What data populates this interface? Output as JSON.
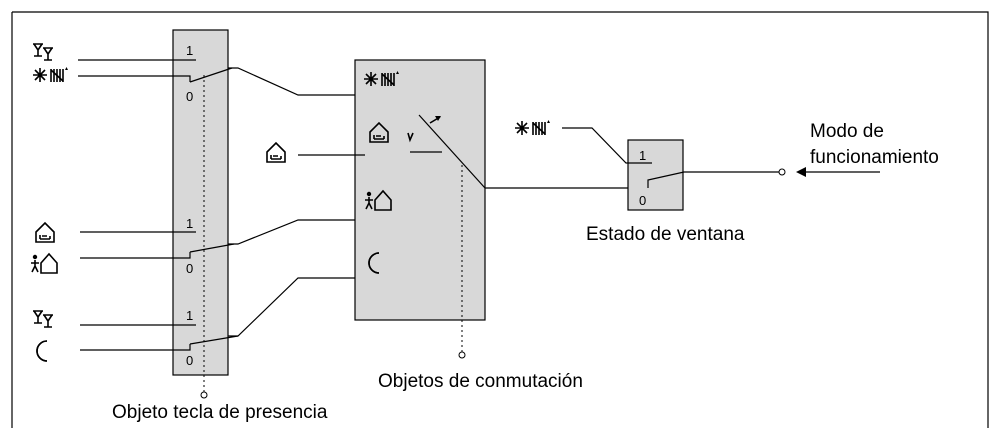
{
  "labels": {
    "presence_key_object": "Objeto tecla de presencia",
    "switching_objects": "Objetos de conmutación",
    "window_state": "Estado de ventana",
    "operating_mode_line1": "Modo de",
    "operating_mode_line2": "funcionamiento"
  },
  "switch_values": {
    "one": "1",
    "zero": "0"
  },
  "icons": {
    "comfort": "comfort-cocktail-icon",
    "frost_heat_protection": "frost-heat-protection-icon",
    "standby": "standby-house-icon",
    "away": "away-person-house-icon",
    "night": "night-moon-icon"
  },
  "colors": {
    "box_fill": "#d8d8d8",
    "line": "#000000",
    "background": "#ffffff"
  }
}
